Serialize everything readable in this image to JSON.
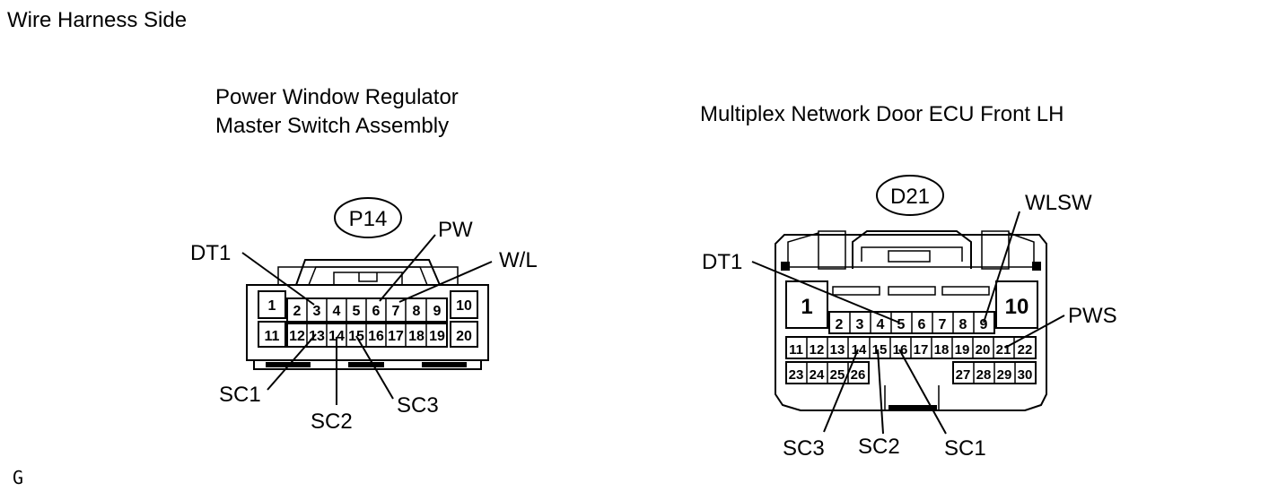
{
  "header": {
    "view_label": "Wire Harness Side"
  },
  "footer": {
    "figure_code": "G"
  },
  "connectors": [
    {
      "id": "p14",
      "code": "P14",
      "title_lines": [
        "Power Window Regulator",
        "Master Switch Assembly"
      ],
      "pins": [
        "1",
        "2",
        "3",
        "4",
        "5",
        "6",
        "7",
        "8",
        "9",
        "10",
        "11",
        "12",
        "13",
        "14",
        "15",
        "16",
        "17",
        "18",
        "19",
        "20"
      ],
      "terminals": [
        {
          "label": "DT1",
          "pin": "3"
        },
        {
          "label": "PW",
          "pin": "6"
        },
        {
          "label": "W/L",
          "pin": "7"
        },
        {
          "label": "SC1",
          "pin": "13"
        },
        {
          "label": "SC2",
          "pin": "14"
        },
        {
          "label": "SC3",
          "pin": "15"
        }
      ]
    },
    {
      "id": "d21",
      "code": "D21",
      "title_lines": [
        "Multiplex Network Door ECU Front LH"
      ],
      "pins": [
        "1",
        "2",
        "3",
        "4",
        "5",
        "6",
        "7",
        "8",
        "9",
        "10",
        "11",
        "12",
        "13",
        "14",
        "15",
        "16",
        "17",
        "18",
        "19",
        "20",
        "21",
        "22",
        "23",
        "24",
        "25",
        "26",
        "27",
        "28",
        "29",
        "30"
      ],
      "terminals": [
        {
          "label": "DT1",
          "pin": "5"
        },
        {
          "label": "WLSW",
          "pin": "9"
        },
        {
          "label": "PWS",
          "pin": "21"
        },
        {
          "label": "SC3",
          "pin": "14"
        },
        {
          "label": "SC2",
          "pin": "15"
        },
        {
          "label": "SC1",
          "pin": "16"
        }
      ]
    }
  ]
}
